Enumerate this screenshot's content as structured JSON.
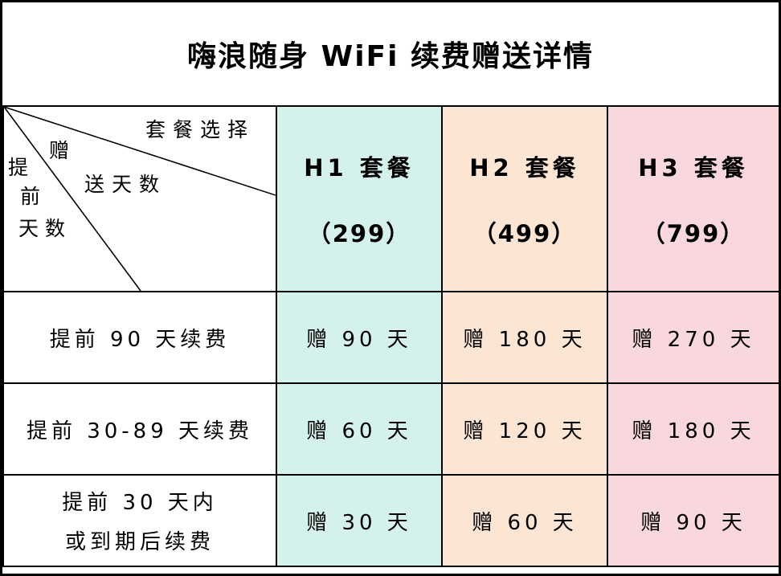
{
  "title": "嗨浪随身 WiFi 续费赠送详情",
  "table": {
    "corner": {
      "package_select": "套餐选择",
      "gift_line1": "赠",
      "gift_line2": "送天数",
      "advance_line1": "提",
      "advance_line2": "前",
      "advance_line3": "天数"
    },
    "columns": [
      {
        "name": "H1 套餐",
        "price": "（299）",
        "color": "#d4f1ec"
      },
      {
        "name": "H2 套餐",
        "price": "（499）",
        "color": "#fce5d3"
      },
      {
        "name": "H3 套餐",
        "price": "（799）",
        "color": "#f8d8dc"
      }
    ],
    "rows": [
      {
        "label_line1": "提前 90 天续费",
        "label_line2": "",
        "values": [
          "赠 90 天",
          "赠 180 天",
          "赠 270 天"
        ]
      },
      {
        "label_line1": "提前 30-89 天续费",
        "label_line2": "",
        "values": [
          "赠 60 天",
          "赠 120 天",
          "赠 180 天"
        ]
      },
      {
        "label_line1": "提前 30 天内",
        "label_line2": "或到期后续费",
        "values": [
          "赠 30 天",
          "赠 60 天",
          "赠 90 天"
        ]
      }
    ]
  },
  "colors": {
    "border": "#000000",
    "background": "#ffffff",
    "text": "#000000"
  }
}
